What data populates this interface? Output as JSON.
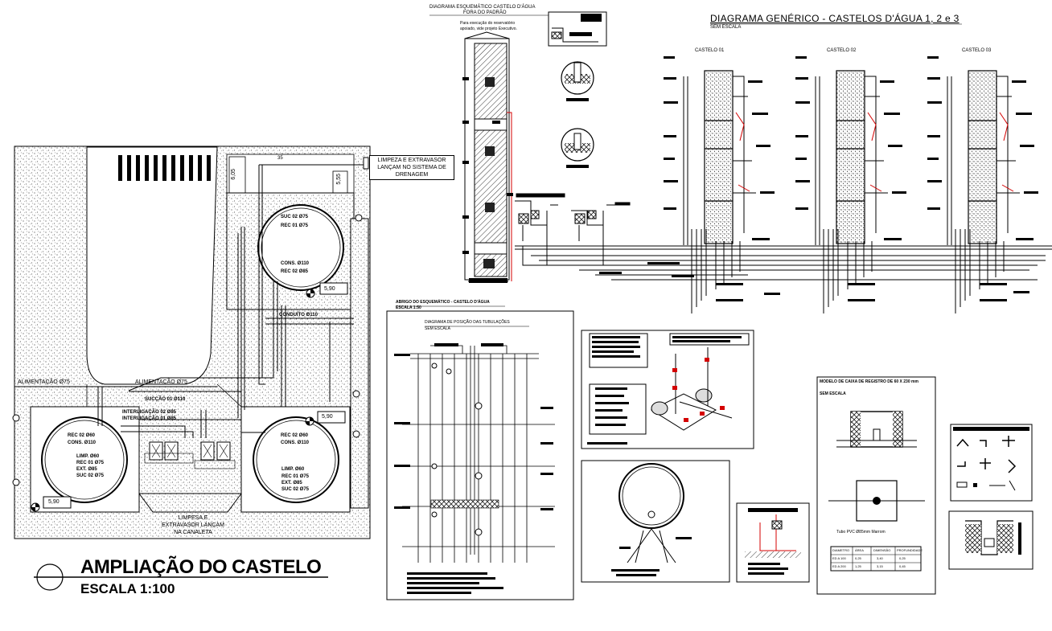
{
  "plan": {
    "title": "AMPLIAÇÃO DO CASTELO",
    "scale": "ESCALA 1:100",
    "drain_note": [
      "LIMPEZA E EXTRAVASOR",
      "LANÇAM NO SISTEMA DE",
      "DRENAGEM"
    ],
    "canal_note": [
      "LIMPESA E",
      "EXTRAVASOR LANÇAM",
      "NA CANALETA"
    ],
    "feed_left": "ALIMENTAÇÃO Ø75",
    "feed_center": "ALIMENTAÇÃO Ø75",
    "dim_top_a": "6,05",
    "dim_top_b": "5,55",
    "dim_35": "35",
    "level_top": "5,90",
    "level_mid": "5,90",
    "level_bottom_left": "5,90",
    "suction": "SUCÇÃO 01 Ø110",
    "interlink_a": "INTERLIGAÇÃO 02 Ø85",
    "interlink_b": "INTERLIGAÇÃO 01 Ø85",
    "conduit": "CONDUÍTO Ø110",
    "top_circle": [
      "SUC 02 Ø75",
      "REC 01 Ø75",
      "CONS. Ø110",
      "REC 02 Ø85"
    ],
    "left_circle": [
      "REC 02 Ø60",
      "CONS. Ø110",
      "LIMP. Ø60",
      "REC 01 Ø75",
      "EXT. Ø85",
      "SUC 02 Ø75"
    ],
    "right_circle": [
      "REC 02 Ø60",
      "CONS. Ø110",
      "LIMP. Ø60",
      "REC 01 Ø75",
      "EXT. Ø85",
      "SUC 02 Ø75"
    ]
  },
  "schematic": {
    "title": "DIAGRAMA ESQUEMÁTICO CASTELO D'ÁGUA",
    "subtitle": "FORA DO PADRÃO",
    "note": [
      "Para execução do reservatório",
      "apoiado, vide projeto Executivo."
    ]
  },
  "generic": {
    "title": "DIAGRAMA GENÉRICO - CASTELOS D'ÁGUA 1, 2 e 3",
    "scale": "SEM ESCALA",
    "towers": [
      "CASTELO 01",
      "CASTELO 02",
      "CASTELO 03"
    ]
  },
  "positions": {
    "header": "ABRIGO DO ESQUEMÁTICO - CASTELO D'ÁGUA",
    "header_scale": "ESCALA 1:50",
    "title": "DIAGRAMA DE POSIÇÃO DAS TUBULAÇÕES",
    "scale": "SEM ESCALA"
  },
  "register_box": {
    "title": "MODELO DE CAIXA DE REGISTRO DE 60 X 230 mm",
    "scale": "SEM ESCALA",
    "caption": "Tubo PVC Ø85mm Marrom",
    "table_headers": [
      "DIAMETRO",
      "ÁREA",
      "DIMENSÃO",
      "PROFUNDIDADE"
    ],
    "table_rows": [
      [
        "ED A 100",
        "0,25",
        "3,40",
        "0,25"
      ],
      [
        "ED A 200",
        "1,25",
        "3,15",
        "0,45"
      ]
    ]
  },
  "colors": {
    "ink": "#000000",
    "accent": "#d40000",
    "paper": "#ffffff",
    "hatch": "#555555"
  }
}
